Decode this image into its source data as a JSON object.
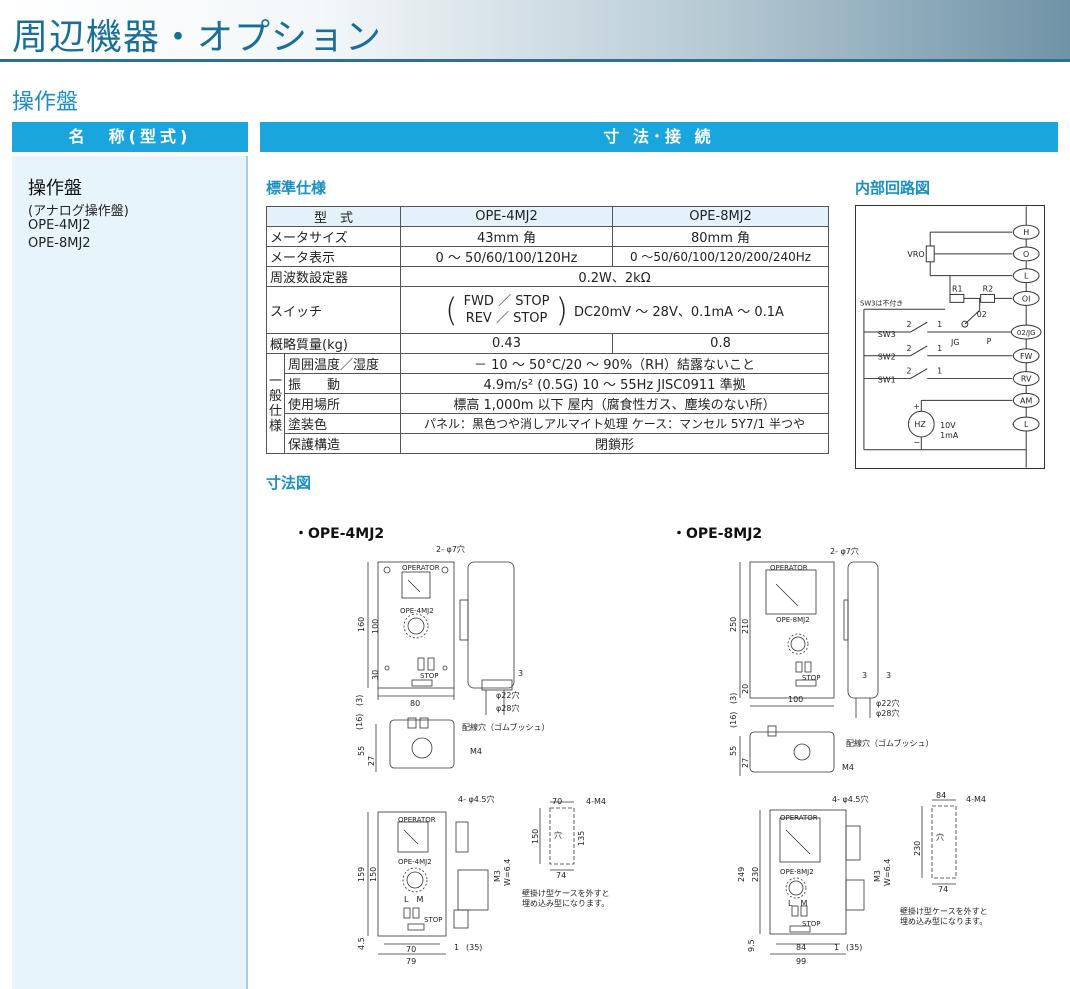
{
  "page": {
    "title": "周辺機器・オプション",
    "section": "操作盤",
    "header_left": "名　称(型式)",
    "header_right": "寸 法･接 続"
  },
  "product": {
    "name": "操作盤",
    "subtitle": "(アナログ操作盤)",
    "models": [
      "OPE-4MJ2",
      "OPE-8MJ2"
    ]
  },
  "spec": {
    "heading": "標準仕様",
    "col_type": "型　式",
    "col_models": [
      "OPE-4MJ2",
      "OPE-8MJ2"
    ],
    "rows": {
      "meter_size": {
        "label": "メータサイズ",
        "values": [
          "43mm 角",
          "80mm 角"
        ]
      },
      "meter_display": {
        "label": "メータ表示",
        "values": [
          "0 ～ 50/60/100/120Hz",
          "0 ～50/60/100/120/200/240Hz"
        ]
      },
      "freq_setter": {
        "label": "周波数設定器",
        "value": "0.2W、2kΩ"
      },
      "switch": {
        "label": "スイッチ",
        "line1": "FWD ／ STOP",
        "line2": "REV ／ STOP",
        "rating": "DC20mV ～ 28V、0.1mA ～ 0.1A"
      },
      "mass": {
        "label": "概略質量(kg)",
        "values": [
          "0.43",
          "0.8"
        ]
      }
    },
    "general_label": [
      "一",
      "般",
      "仕",
      "様"
    ],
    "general": [
      {
        "label": "周囲温度／湿度",
        "value": "－ 10 ～ 50°C/20 ～ 90%（RH）結露ないこと"
      },
      {
        "label": "振　　動",
        "value": "4.9m/s² (0.5G) 10 ～ 55Hz JISC0911 準拠"
      },
      {
        "label": "使用場所",
        "value": "標高 1,000m 以下 屋内（腐食性ガス、塵埃のない所）"
      },
      {
        "label": "塗装色",
        "value": "パネル：黒色つや消しアルマイト処理 ケース：マンセル 5Y7/1 半つや"
      },
      {
        "label": "保護構造",
        "value": "閉鎖形"
      }
    ]
  },
  "circuit": {
    "heading": "内部回路図",
    "terminals": [
      "H",
      "O",
      "L",
      "OI",
      "02/JG",
      "FW",
      "RV",
      "AM",
      "L"
    ],
    "labels": {
      "vro": "VRO",
      "r1": "R1",
      "r2": "R2",
      "sw3_note": "SW3は不付き",
      "sw3": "SW3",
      "sw2": "SW2",
      "sw1": "SW1",
      "jg": "JG",
      "p": "P",
      "o2": "02",
      "hz": "HZ",
      "v": "10V",
      "ma": "1mA",
      "plus": "+",
      "minus": "−",
      "n1": "1",
      "n2": "2"
    }
  },
  "dimensions": {
    "heading": "寸法図",
    "model4": "・OPE-4MJ2",
    "model8": "・OPE-8MJ2",
    "operator": "OPERATOR",
    "stop": "STOP",
    "lm": "L　M",
    "holes_2": "2- φ7穴",
    "holes_4": "4- φ4.5穴",
    "m4_4": "4-M4",
    "m4": "M4",
    "hole_label": "穴",
    "wiring": "配線穴（ゴムブッシュ）",
    "embed_note1": "壁掛け型ケースを外すと",
    "embed_note2": "埋め込み型になります。",
    "m3": "M3",
    "w": "W=6.4",
    "d22": "φ22穴",
    "d28": "φ28穴",
    "ope4": {
      "model": "OPE-4MJ2",
      "h": "160",
      "h2": "100",
      "b": "30",
      "w": "80",
      "t3": "(3)",
      "t16": "(16)",
      "d55": "55",
      "d27": "27",
      "r3": "3",
      "h159": "159",
      "h150": "150",
      "w70": "70",
      "w79": "79",
      "b45": "4.5",
      "w74": "74",
      "c70": "70",
      "c150": "150",
      "c135": "135",
      "s1": "1",
      "s35": "(35)"
    },
    "ope8": {
      "model": "OPE-8MJ2",
      "h": "250",
      "h2": "210",
      "b": "20",
      "w": "100",
      "t3": "(3)",
      "t16": "(16)",
      "d55": "55",
      "d27": "27",
      "r3": "3",
      "h249": "249",
      "h230": "230",
      "w84": "84",
      "w99": "99",
      "b95": "9.5",
      "w74": "74",
      "c84": "84",
      "c230": "230",
      "s1": "1",
      "s35": "(35)"
    }
  }
}
